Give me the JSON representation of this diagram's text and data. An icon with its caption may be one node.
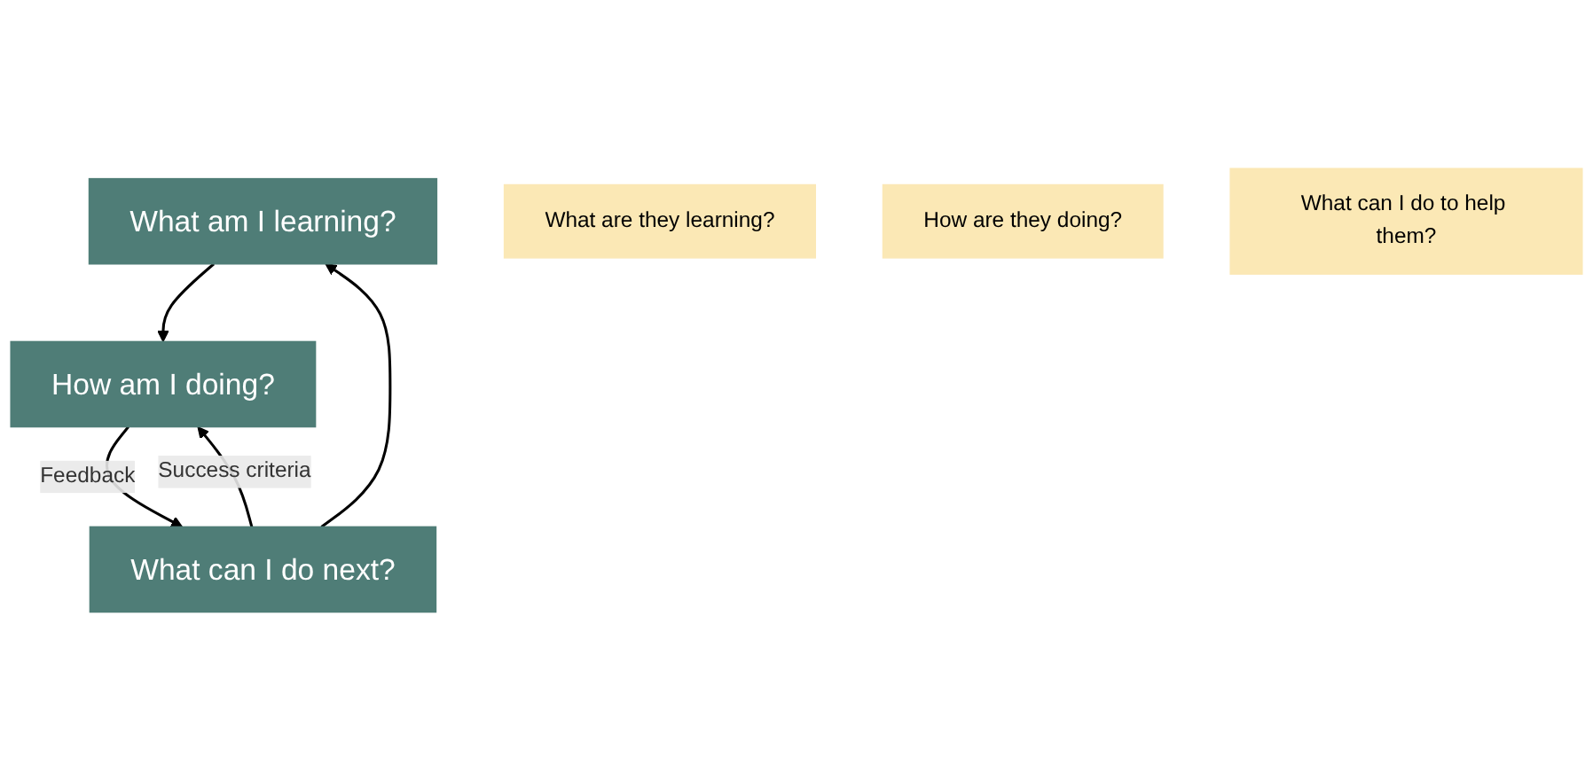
{
  "diagram": {
    "nodes": [
      {
        "text": [
          "What am I learning?"
        ]
      },
      {
        "text": [
          "What are they learning?"
        ]
      },
      {
        "text": [
          "How am I doing?"
        ]
      },
      {
        "text": [
          "How are they doing?"
        ]
      },
      {
        "text": [
          "What can I do next?"
        ]
      },
      {
        "text": [
          "What can I do to help them?"
        ]
      }
    ],
    "edges": [
      {
        "from": 0,
        "to": 2,
        "arrow": "to"
      },
      {
        "from": 4,
        "to": 2,
        "arrow": "to",
        "label": "Success criteria"
      },
      {
        "from": 2,
        "to": 4,
        "arrow": "to",
        "label": "Feedback"
      },
      {
        "from": 4,
        "to": 0,
        "arrow": "to"
      }
    ]
  }
}
